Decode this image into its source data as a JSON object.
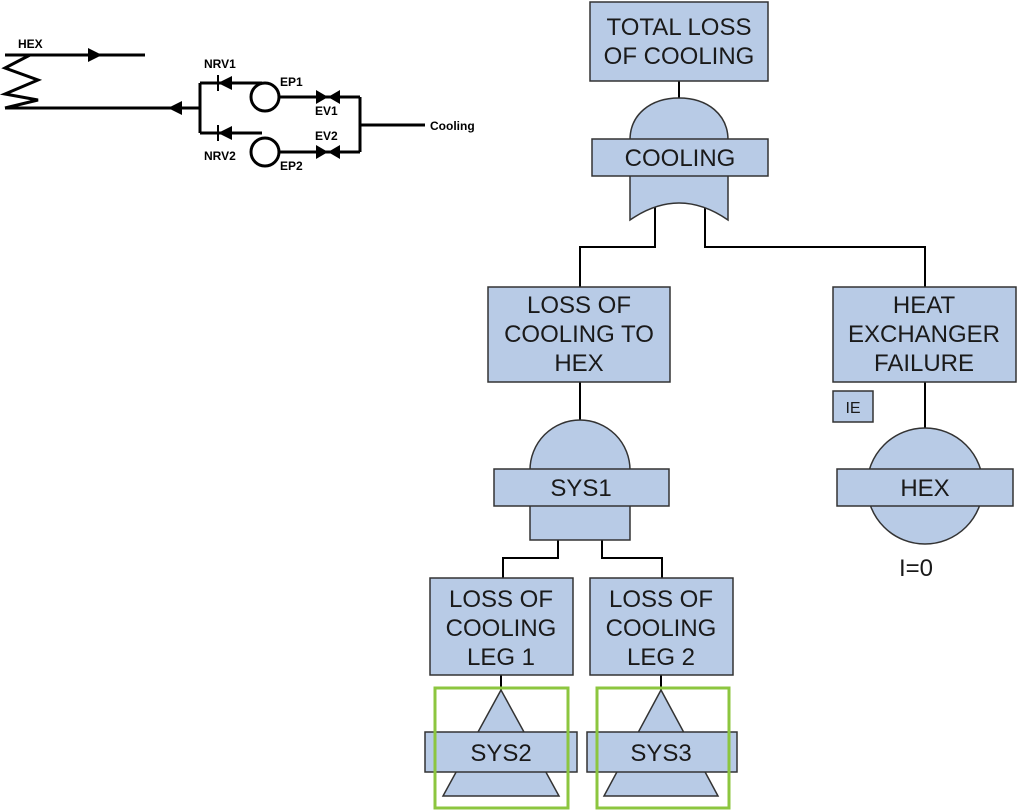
{
  "schematic": {
    "hex_label": "HEX",
    "cooling_label": "Cooling",
    "nrv1": "NRV1",
    "nrv2": "NRV2",
    "ep1": "EP1",
    "ep2": "EP2",
    "ev1": "EV1",
    "ev2": "EV2"
  },
  "tree": {
    "top_event": [
      "TOTAL LOSS",
      "OF COOLING"
    ],
    "or_gate_label": "COOLING",
    "loss_hex": [
      "LOSS OF",
      "COOLING TO",
      "HEX"
    ],
    "hex_failure": [
      "HEAT",
      "EXCHANGER",
      "FAILURE"
    ],
    "ie_badge": "IE",
    "sys1_label": "SYS1",
    "hex_basic_label": "HEX",
    "hex_basic_note": "I=0",
    "leg1": [
      "LOSS OF",
      "COOLING",
      "LEG 1"
    ],
    "leg2": [
      "LOSS OF",
      "COOLING",
      "LEG 2"
    ],
    "sys2_label": "SYS2",
    "sys3_label": "SYS3"
  },
  "colors": {
    "box_fill": "#b8cbe6",
    "highlight": "#8cc63f"
  }
}
